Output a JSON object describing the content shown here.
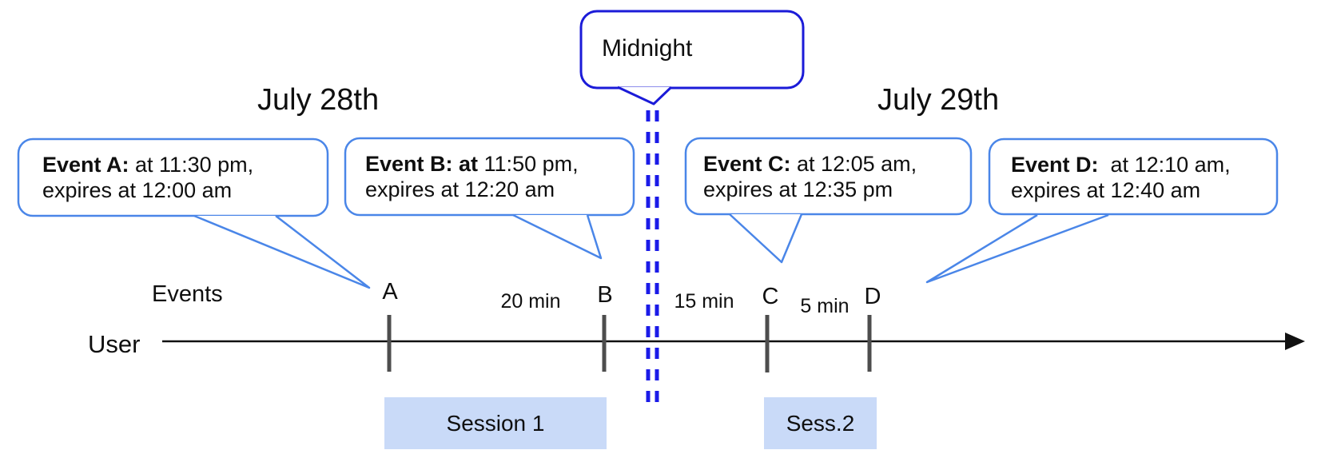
{
  "dates": {
    "left": "July 28th",
    "right": "July 29th"
  },
  "midnight_callout": {
    "label": "Midnight"
  },
  "axis": {
    "events_label": "Events",
    "user_label": "User"
  },
  "event_callouts": [
    {
      "id": "A",
      "bold": "Event A:",
      "line1_rest": " at 11:30 pm,",
      "line2": "expires at 12:00 am"
    },
    {
      "id": "B",
      "bold": "Event B: at",
      "line1_rest": " 11:50 pm,",
      "line2": "expires at 12:20 am"
    },
    {
      "id": "C",
      "bold": "Event C:",
      "line1_rest": " at 12:05 am,",
      "line2": "expires at 12:35 pm"
    },
    {
      "id": "D",
      "bold": "Event D:",
      "line1_rest": "  at 12:10 am,",
      "line2": "expires at 12:40 am"
    }
  ],
  "timeline": {
    "tick_labels": {
      "a": "A",
      "b": "B",
      "c": "C",
      "d": "D"
    },
    "intervals": {
      "ab": "20 min",
      "bc": "15 min",
      "cd": "5 min"
    }
  },
  "sessions": {
    "session1": "Session 1",
    "session2": "Sess.2"
  },
  "colors": {
    "event_bubble_border": "#4a86e8",
    "midnight_bubble_border": "#1b1bd8",
    "midnight_dashed_line": "#1b1be8",
    "tick": "#4d4d4d",
    "timeline": "#111111",
    "session_fill": "#c9daf8",
    "text": "#0f0f0f"
  }
}
